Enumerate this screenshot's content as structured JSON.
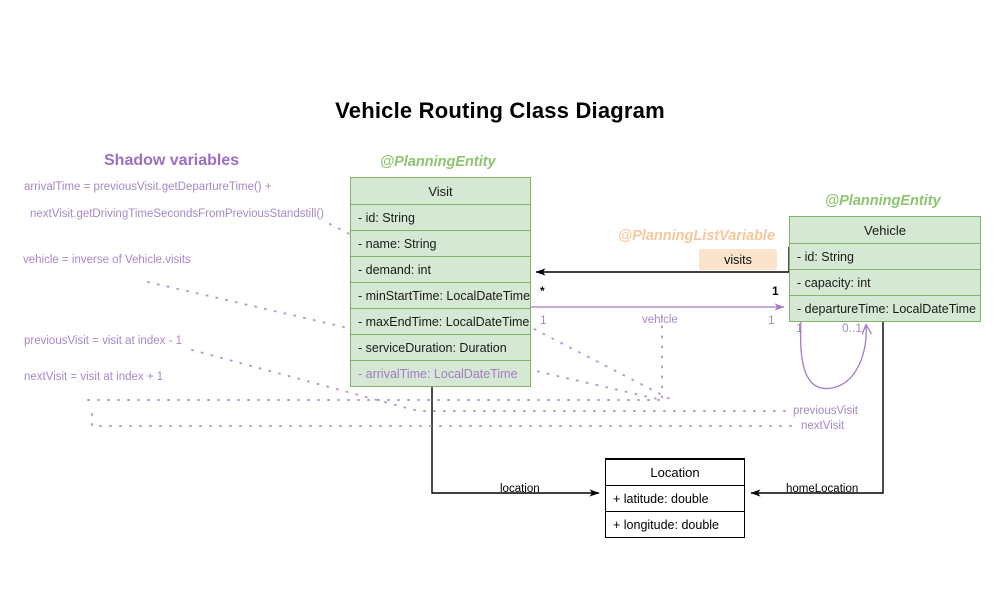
{
  "title": "Vehicle Routing Class Diagram",
  "colors": {
    "entity_fill": "#d5e8d4",
    "entity_stroke": "#82b366",
    "stereotype_green": "#8cc56e",
    "stereotype_orange": "#f6c79b",
    "badge_fill": "#fbe3cc",
    "shadow_purple": "#a788c6",
    "shadow_title_purple": "#9b6fc2",
    "plain_stroke": "#000000"
  },
  "shadow_panel": {
    "title": "Shadow variables",
    "lines": [
      "arrivalTime = previousVisit.getDepartureTime() +",
      "nextVisit.getDrivingTimeSecondsFromPreviousStandstill()",
      "vehicle = inverse of Vehicle.visits",
      "previousVisit = visit at index - 1",
      "nextVisit = visit at index + 1"
    ]
  },
  "classes": {
    "visit": {
      "stereotype": "@PlanningEntity",
      "name": "Visit",
      "fields": [
        "- id: String",
        "- name: String",
        "- demand: int",
        "- minStartTime: LocalDateTime",
        "- maxEndTime: LocalDateTime",
        "- serviceDuration: Duration",
        "- arrivalTime: LocalDateTime"
      ]
    },
    "vehicle": {
      "stereotype": "@PlanningEntity",
      "name": "Vehicle",
      "fields": [
        "- id: String",
        "- capacity: int",
        "- departureTime: LocalDateTime"
      ]
    },
    "location": {
      "name": "Location",
      "fields": [
        "+ latitude: double",
        "+ longitude: double"
      ]
    }
  },
  "associations": {
    "visits": {
      "stereotype": "@PlanningListVariable",
      "badge": "visits",
      "source_mult": "1",
      "target_mult": "*"
    },
    "vehicle": {
      "label": "vehicle",
      "source_mult": "1",
      "target_mult": "1"
    },
    "self_loop": {
      "source_mult": "1",
      "target_mult": "0..1"
    },
    "previous_visit": {
      "label": "previousVisit"
    },
    "next_visit": {
      "label": "nextVisit"
    },
    "location": {
      "label": "location"
    },
    "home_location": {
      "label": "homeLocation"
    }
  }
}
